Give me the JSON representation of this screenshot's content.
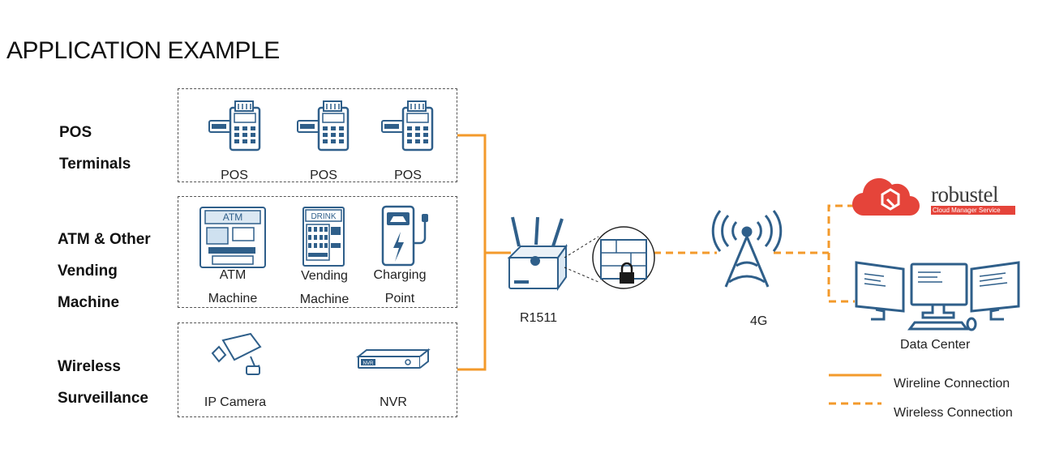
{
  "title": "APPLICATION EXAMPLE",
  "categories": [
    {
      "line1": "POS",
      "line2": "Terminals"
    },
    {
      "line1": "ATM & Other",
      "line2": "Vending",
      "line3": "Machine"
    },
    {
      "line1": "Wireless",
      "line2": "Surveillance"
    }
  ],
  "devices": {
    "pos": [
      "POS",
      "POS",
      "POS"
    ],
    "atm": {
      "line1": "ATM",
      "line2": "Machine"
    },
    "vending": {
      "line1": "Vending",
      "line2": "Machine"
    },
    "charging": {
      "line1": "Charging",
      "line2": "Point"
    },
    "atm_screen_text": "ATM",
    "vending_sign_text": "DRINK",
    "camera": "IP Camera",
    "nvr": "NVR",
    "nvr_badge": "NVR"
  },
  "router": "R1511",
  "tower": "4G",
  "cloud": {
    "brand": "robustel",
    "subtitle": "Cloud Manager Service"
  },
  "datacenter": "Data Center",
  "legend": {
    "wireline": "Wireline Connection",
    "wireless": "Wireless Connection"
  },
  "colors": {
    "accent": "#f39a2b",
    "icon_blue": "#2f5f8a",
    "cloud_red": "#e5443a",
    "border": "#555555"
  },
  "icons": [
    "pos-terminal-icon",
    "atm-icon",
    "vending-machine-icon",
    "charging-point-icon",
    "ip-camera-icon",
    "nvr-icon",
    "router-icon",
    "secure-tunnel-icon",
    "cell-tower-icon",
    "cloud-icon",
    "data-center-icon"
  ]
}
